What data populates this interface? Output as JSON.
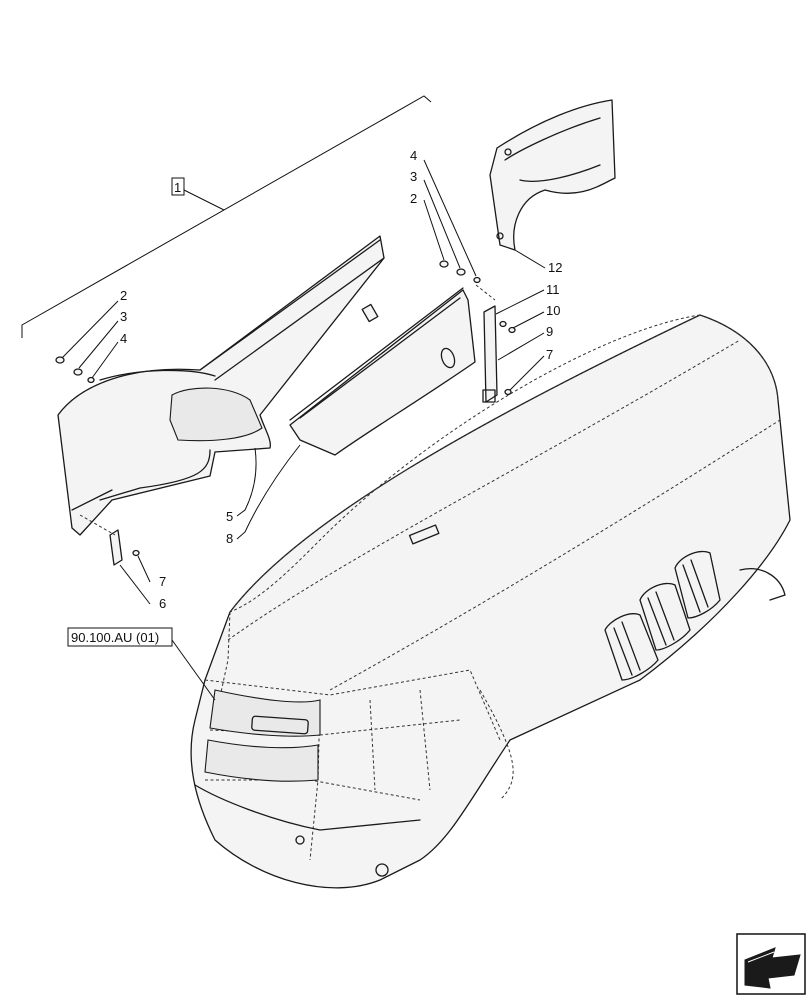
{
  "callouts": {
    "c1": "1",
    "c2_left": "2",
    "c3_left": "3",
    "c4_left": "4",
    "c5": "5",
    "c6": "6",
    "c7_left": "7",
    "c8": "8",
    "c2_right": "2",
    "c3_right": "3",
    "c4_right": "4",
    "c7_right": "7",
    "c9": "9",
    "c10": "10",
    "c11": "11",
    "c12": "12"
  },
  "reference": {
    "label": "90.100.AU (01)"
  },
  "icons": {
    "navigation": "next-page-arrow-icon"
  }
}
